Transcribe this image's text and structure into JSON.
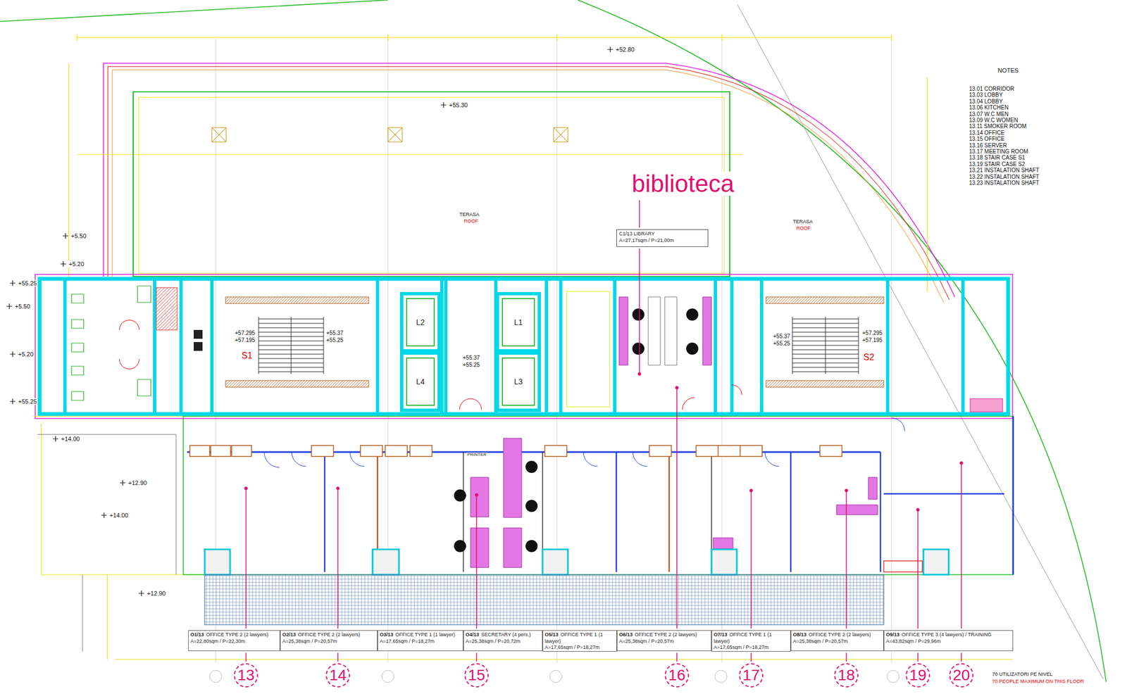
{
  "diagram": {
    "nodes": [
      {
        "text": [
          "C1/13 LIBRARY",
          "A=27,17sqm / P=21,00m"
        ]
      },
      {
        "text": [
          "L2"
        ]
      },
      {
        "text": [
          "L1"
        ]
      },
      {
        "text": [
          "L4"
        ]
      },
      {
        "text": [
          "L3"
        ]
      },
      {
        "text": [
          "O1/13",
          "OFFICE TYPE 2 (2 lawyers)",
          "A=22,80sqm / P=22,30m"
        ]
      },
      {
        "text": [
          "O2/13",
          "OFFICE TYPE 2 (2 lawyers)",
          "A=25,38sqm / P=20,57m"
        ]
      },
      {
        "text": [
          "O3/13",
          "OFFICE TYPE 1 (1 lawyer)",
          "A=17,65sqm / P=18,27m"
        ]
      },
      {
        "text": [
          "O4/13",
          "SECRETARY (4 pers.)",
          "A=25,38sqm / P=20,72m"
        ]
      },
      {
        "text": [
          "O5/13",
          "OFFICE TYPE 1 (1 lawyer)",
          "A=17,65sqm / P=18,27m"
        ]
      },
      {
        "text": [
          "O6/13",
          "OFFICE TYPE 2 (2 lawyers)",
          "A=25,38sqm / P=20,57m"
        ]
      },
      {
        "text": [
          "O7/13",
          "OFFICE TYPE 1 (1 lawyer)",
          "A=17,65sqm / P=18,27m"
        ]
      },
      {
        "text": [
          "O8/13",
          "OFFICE TYPE 2 (2 lawyers)",
          "A=25,38sqm / P=20,57m"
        ]
      },
      {
        "text": [
          "O9/13",
          "OFFICE TYPE 3 (4 lawyers) / TRAINING",
          "A=43,82sqm / P=29,96m"
        ]
      },
      {
        "text": [
          "13"
        ]
      },
      {
        "text": [
          "14"
        ]
      },
      {
        "text": [
          "15"
        ]
      },
      {
        "text": [
          "16"
        ]
      },
      {
        "text": [
          "17"
        ]
      },
      {
        "text": [
          "18"
        ]
      },
      {
        "text": [
          "19"
        ]
      },
      {
        "text": [
          "20"
        ]
      }
    ],
    "labels": [
      "biblioteca",
      "NOTES",
      "13.01 CORRIDOR",
      "13.03 LOBBY",
      "13.04 LOBBY",
      "13.06 KITCHEN",
      "13.07 W.C MEN",
      "13.09 W.C WOMEN",
      "13.11 SMOKER ROOM",
      "13.14 OFFICE",
      "13.15 OFFICE",
      "13.16 SERVER",
      "13.17 MEETING ROOM",
      "13.18 STAIR CASE S1",
      "13.19 STAIR CASE S2",
      "13.21 INSTALATION SHAFT",
      "13.22 INSTALATION SHAFT",
      "13.23 INSTALATION SHAFT",
      "TERASA",
      "ROOF",
      "TERASA",
      "ROOF",
      "S1",
      "S2",
      "PRINTER",
      "+52.80",
      "+55.30",
      "+5.50",
      "+5.20",
      "+55.25",
      "+5.50",
      "+5.20",
      "+55.25",
      "+14.00",
      "+12.90",
      "+14.00",
      "+12.90",
      "+57.295",
      "+57.195",
      "+55.37",
      "+55.25",
      "+55.37",
      "+55.25",
      "+55.37",
      "+55.25",
      "+57.295",
      "+57.195",
      "70 UTILIZATORI PE NIVEL",
      "70 PEOPLE MAXIMUM ON THIS FLOOR"
    ]
  }
}
